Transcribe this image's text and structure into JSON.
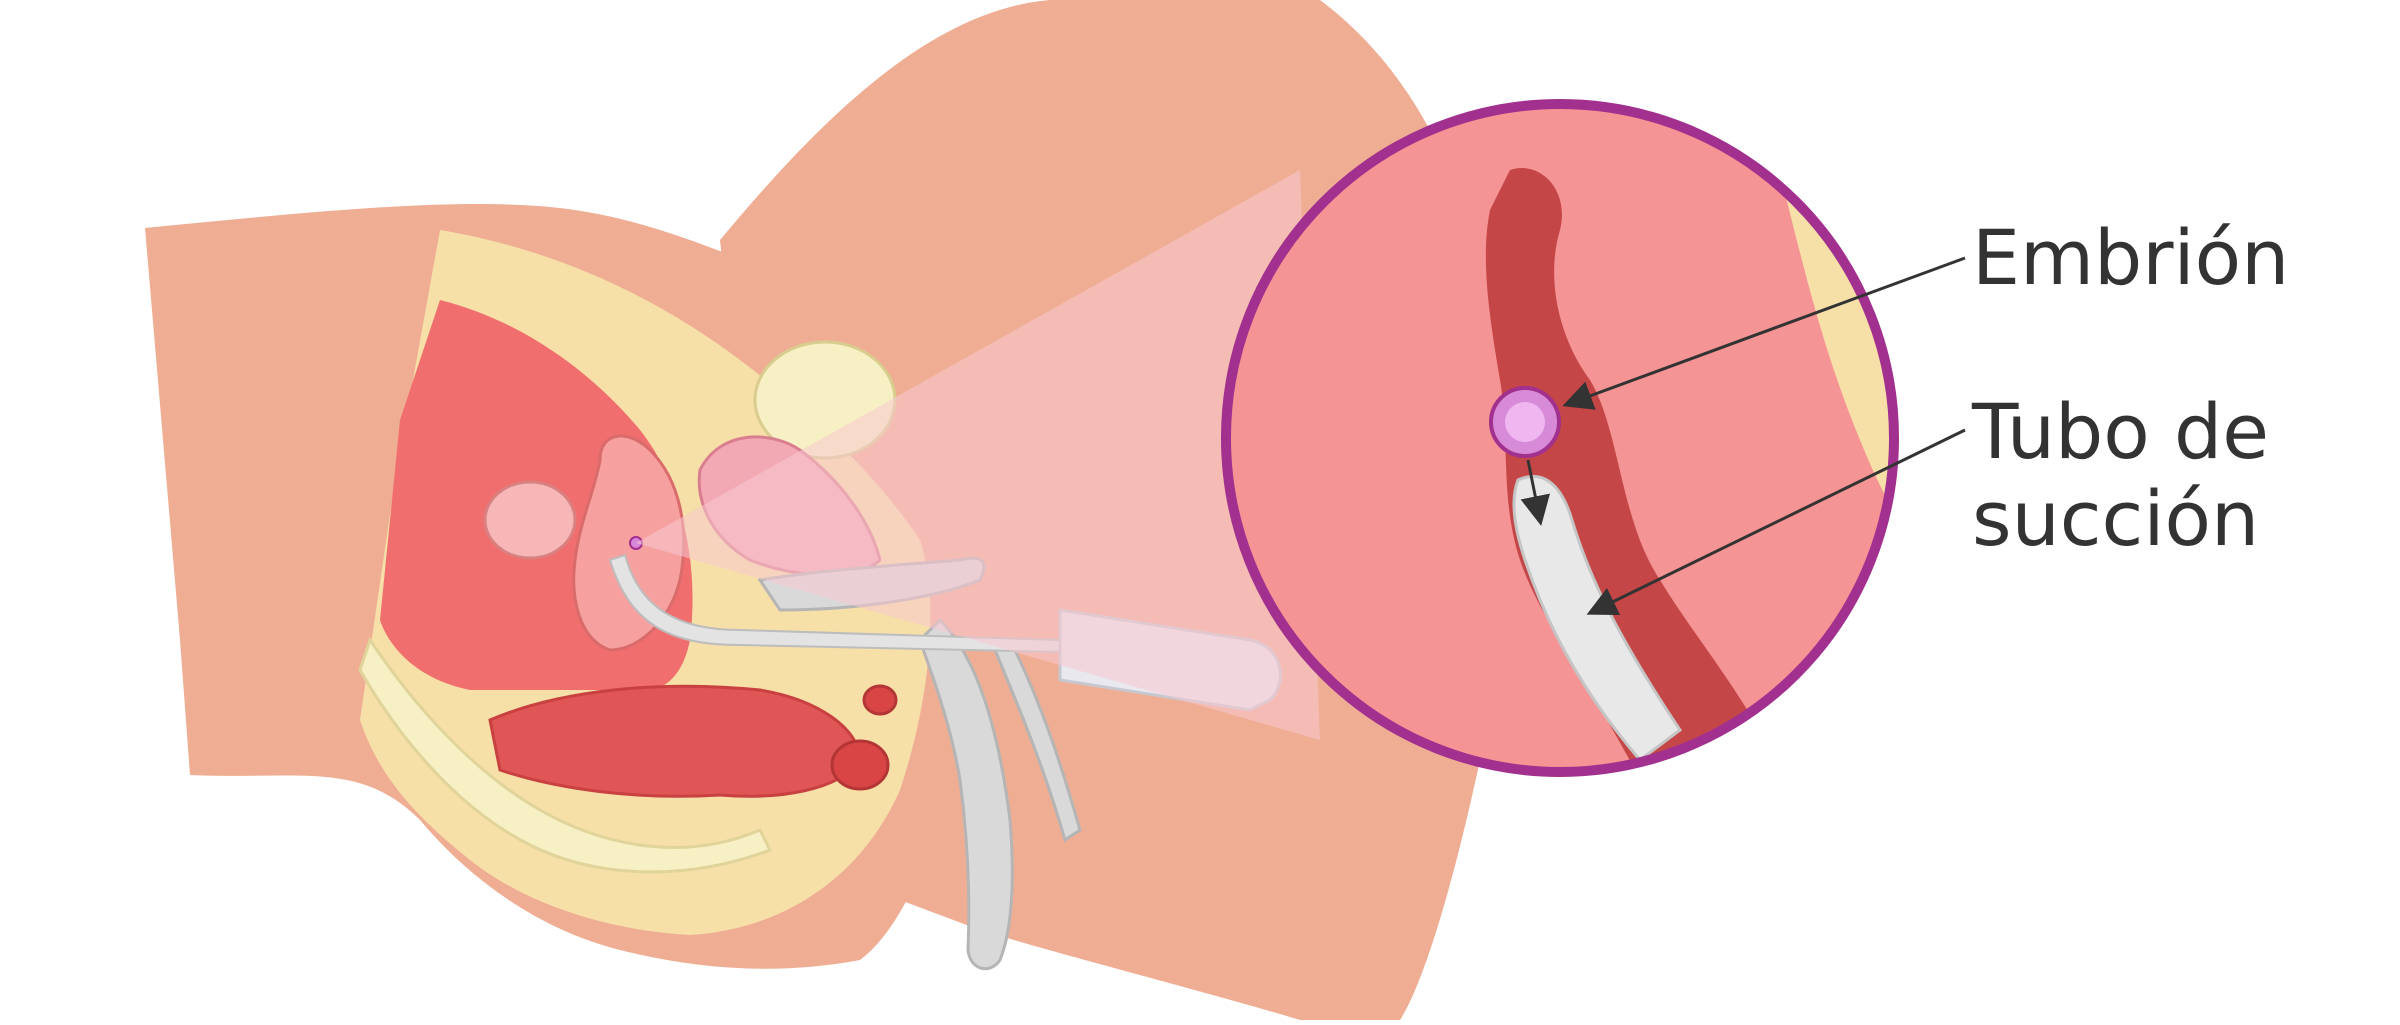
{
  "labels": {
    "embryo": "Embrión",
    "tube_line1": "Tubo de",
    "tube_line2": "succión"
  },
  "colors": {
    "skin": "#efae94",
    "skin_dark": "#e59e84",
    "muscle": "#f06e6e",
    "muscle_dark": "#d9534f",
    "uterus_pink": "#f7a0a0",
    "fat": "#f7dfa8",
    "bone": "#f7f0c4",
    "instrument": "#d9d9d9",
    "zoom_ring": "#a2308f",
    "arrow": "#333333"
  },
  "icons": {
    "zoom": "magnified-circle-view",
    "arrow": "pointer-arrow"
  }
}
